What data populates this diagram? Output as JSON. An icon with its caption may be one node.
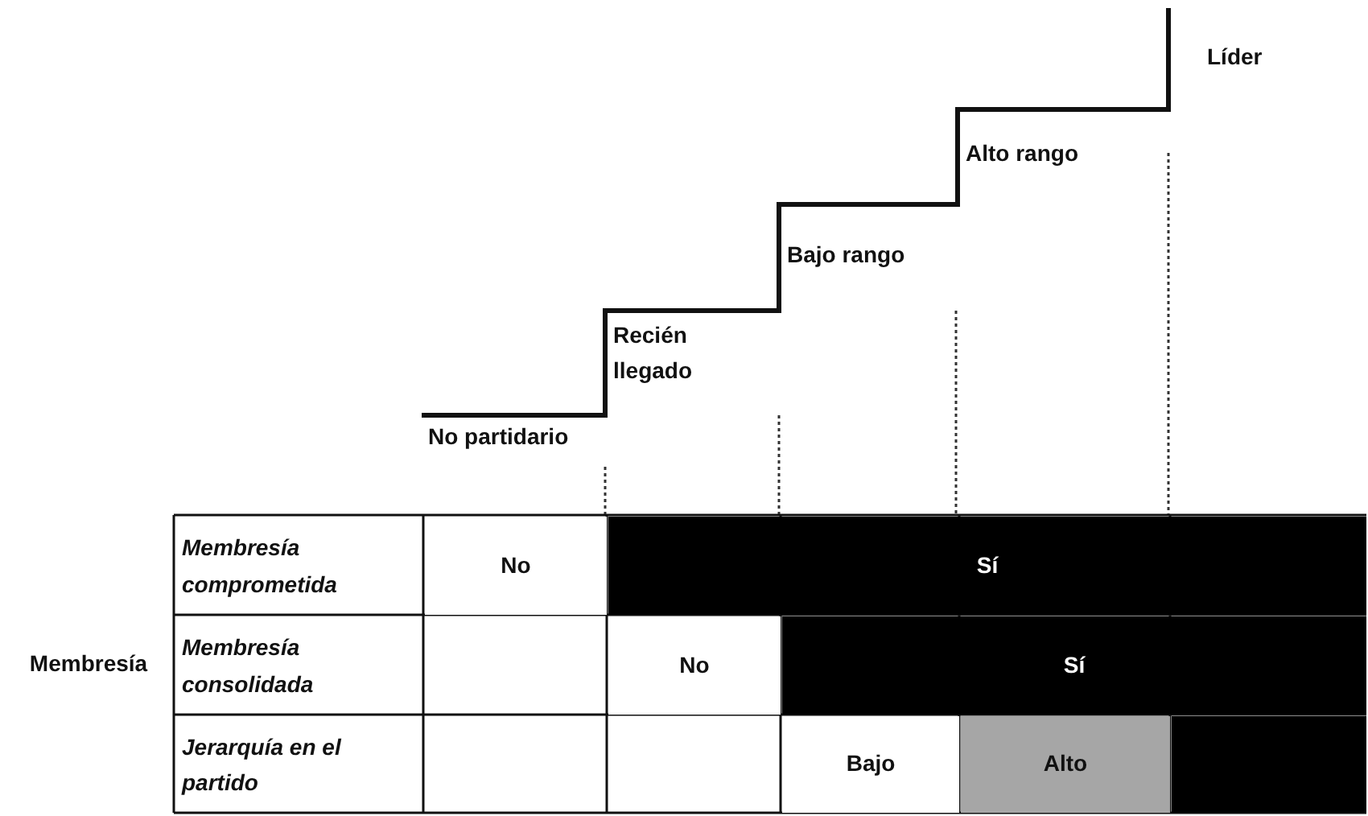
{
  "diagram": {
    "labels": [
      "Líder",
      "Alto rango",
      "Bajo rango",
      "Recién llegado",
      "No partidario",
      "Membresía",
      "Membresía comprometida",
      "No",
      "Sí",
      "Membresía consolidada",
      "No",
      "Sí",
      "Jerarquía en el partido",
      "Bajo",
      "Alto"
    ]
  }
}
